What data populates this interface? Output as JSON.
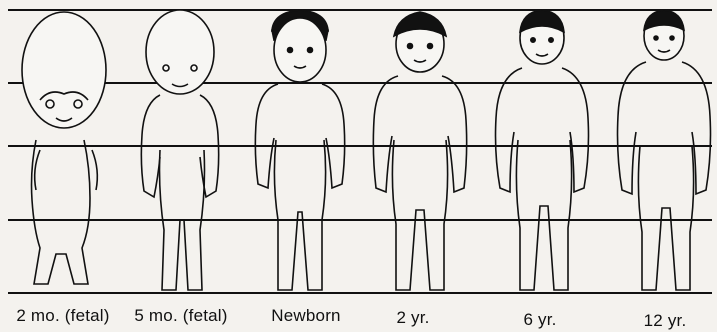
{
  "colors": {
    "paper": "#f4f2ee",
    "ink": "#111111"
  },
  "figures": [
    {
      "label": "2 mo. (fetal)"
    },
    {
      "label": "5 mo. (fetal)"
    },
    {
      "label": "Newborn"
    },
    {
      "label": "2 yr."
    },
    {
      "label": "6 yr."
    },
    {
      "label": "12 yr."
    }
  ]
}
